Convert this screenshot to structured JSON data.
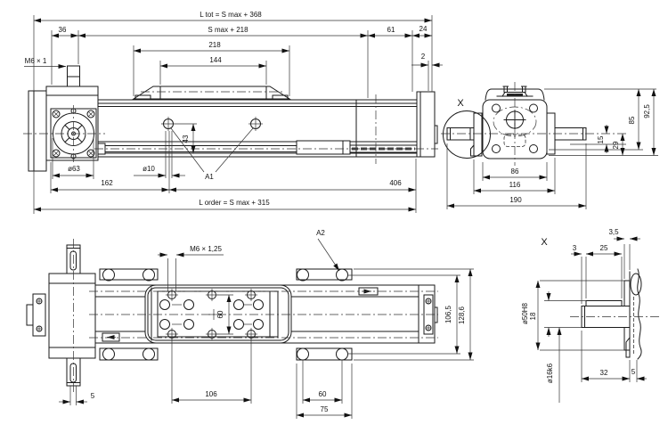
{
  "side_view": {
    "dim_l_tot": "L tot = S max + 368",
    "dim_s_max_218": "S max + 218",
    "dim_36": "36",
    "dim_218": "218",
    "dim_144": "144",
    "dim_61": "61",
    "dim_24": "24",
    "dim_2": "2",
    "thread_m6": "M6 × 1",
    "dim_d63": "ø63",
    "dim_d10": "ø10",
    "dim_43": "43",
    "label_a1": "A1",
    "dim_162": "162",
    "dim_406": "406",
    "dim_l_order": "L order = S max + 315",
    "detail_marker": "X"
  },
  "end_view": {
    "dim_85": "85",
    "dim_92_5": "92,5",
    "dim_15": "15",
    "dim_29": "29",
    "dim_86": "86",
    "dim_116": "116",
    "dim_190": "190"
  },
  "plan_view": {
    "thread_m6_125": "M6 × 1,25",
    "label_a2": "A2",
    "dim_60_carriage": "60",
    "dim_5_keyway": "5",
    "dim_106": "106",
    "dim_60_clamp": "60",
    "dim_75": "75",
    "dim_106_5": "106,5",
    "dim_128_6": "128,6"
  },
  "detail_view": {
    "label": "X",
    "dim_3_5": "3,5",
    "dim_3": "3",
    "dim_25": "25",
    "dim_d50": "ø50H8",
    "dim_18": "18",
    "dim_d16": "ø16k6",
    "dim_32": "32",
    "dim_5": "5"
  }
}
